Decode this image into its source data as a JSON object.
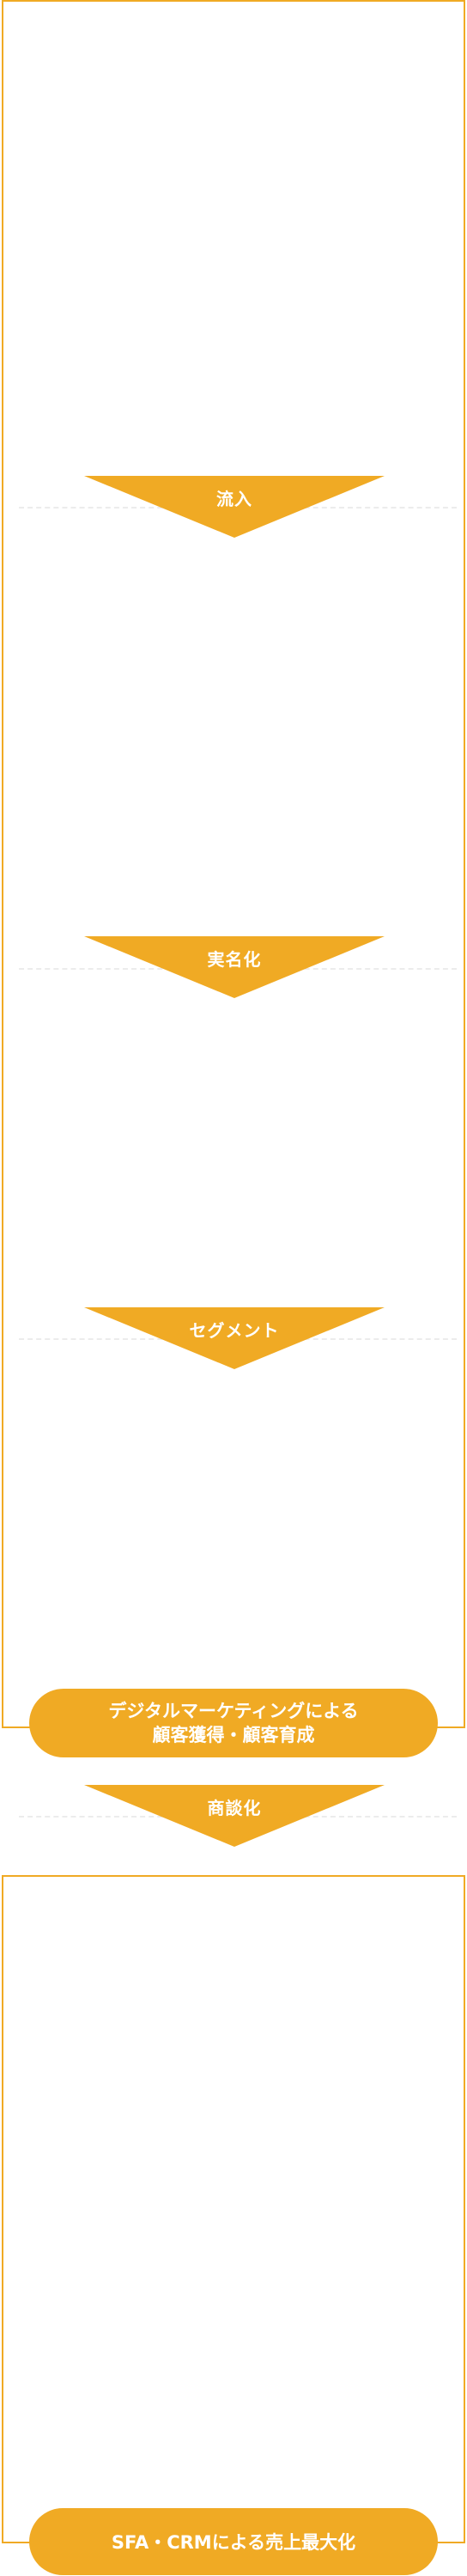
{
  "stages": {
    "inflow": "流入",
    "identification": "実名化",
    "segment": "セグメント",
    "negotiation": "商談化"
  },
  "sections": {
    "digital_line1": "デジタルマーケティングによる",
    "digital_line2": "顧客獲得・顧客育成",
    "sales": "SFA・CRMによる売上最大化"
  },
  "colors": {
    "accent": "#F0AA24",
    "dash": "#ECECEC",
    "background": "#FFFFFF"
  }
}
